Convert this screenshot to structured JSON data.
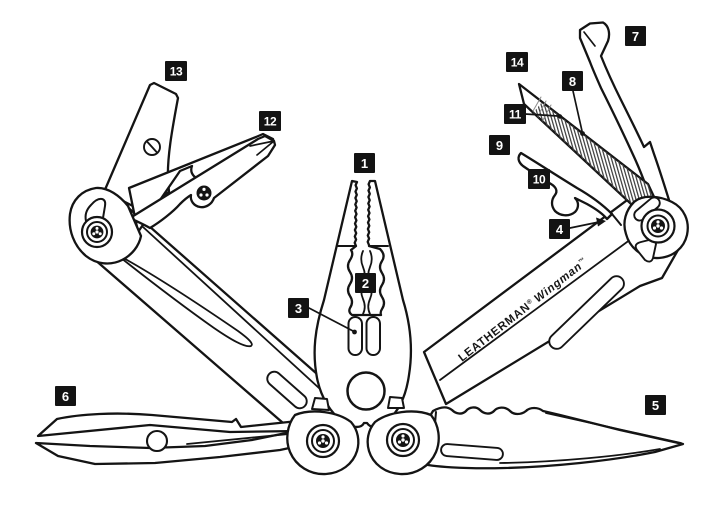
{
  "figure": {
    "description": "Exploded line diagram of a multi-tool with all implements fanned open and numbered callouts"
  },
  "brand": {
    "name": "LEATHERMAN",
    "registered_mark": "®",
    "model": "Wingman",
    "trademark": "™"
  },
  "callouts": [
    {
      "number": "1"
    },
    {
      "number": "2"
    },
    {
      "number": "3"
    },
    {
      "number": "4"
    },
    {
      "number": "5"
    },
    {
      "number": "6"
    },
    {
      "number": "7"
    },
    {
      "number": "8"
    },
    {
      "number": "9"
    },
    {
      "number": "10"
    },
    {
      "number": "11"
    },
    {
      "number": "12"
    },
    {
      "number": "13"
    },
    {
      "number": "14"
    }
  ],
  "colors": {
    "background": "#ffffff",
    "line": "#141414",
    "badge_bg": "#131313",
    "badge_text": "#ffffff",
    "hatch": "#3f3f3f"
  }
}
